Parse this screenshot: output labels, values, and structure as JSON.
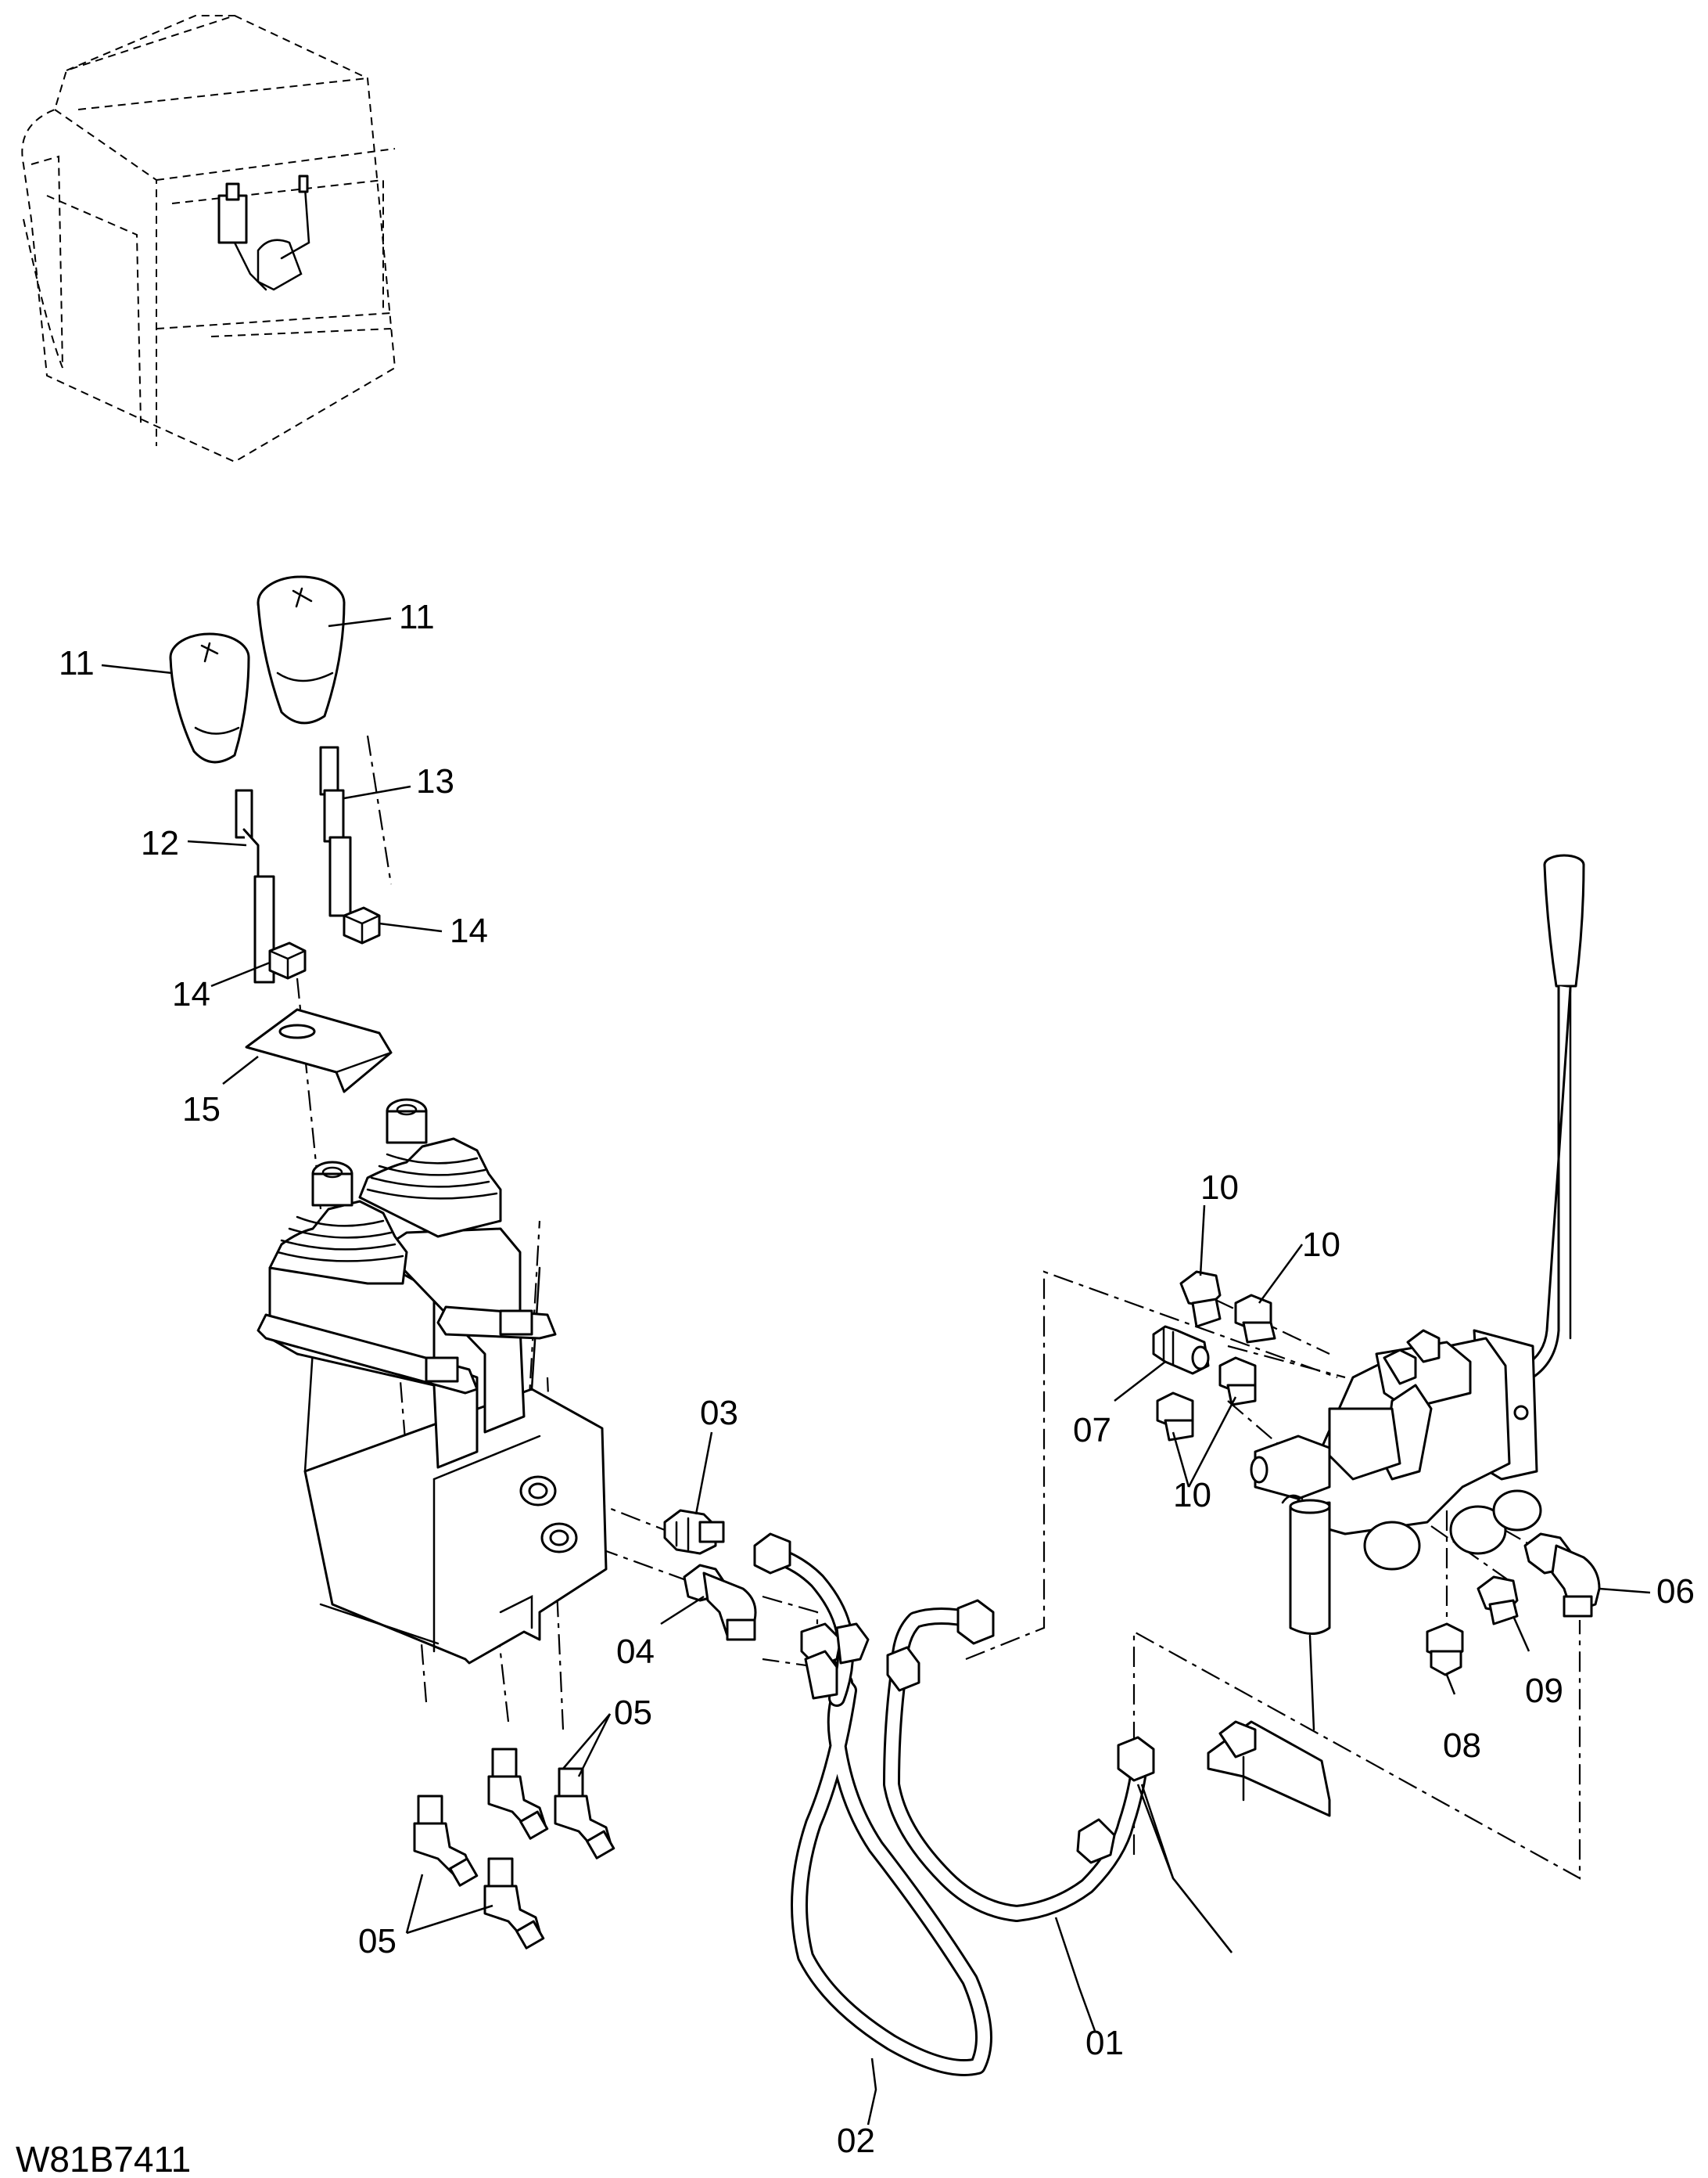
{
  "drawing_number": "W81B7411",
  "callouts": {
    "c01": "01",
    "c02": "02",
    "c03": "03",
    "c04": "04",
    "c05a": "05",
    "c05b": "05",
    "c06": "06",
    "c07": "07",
    "c08": "08",
    "c09": "09",
    "c10a": "10",
    "c10b": "10",
    "c10c": "10",
    "c11a": "11",
    "c11b": "11",
    "c12": "12",
    "c13": "13",
    "c14a": "14",
    "c14b": "14",
    "c15": "15"
  }
}
